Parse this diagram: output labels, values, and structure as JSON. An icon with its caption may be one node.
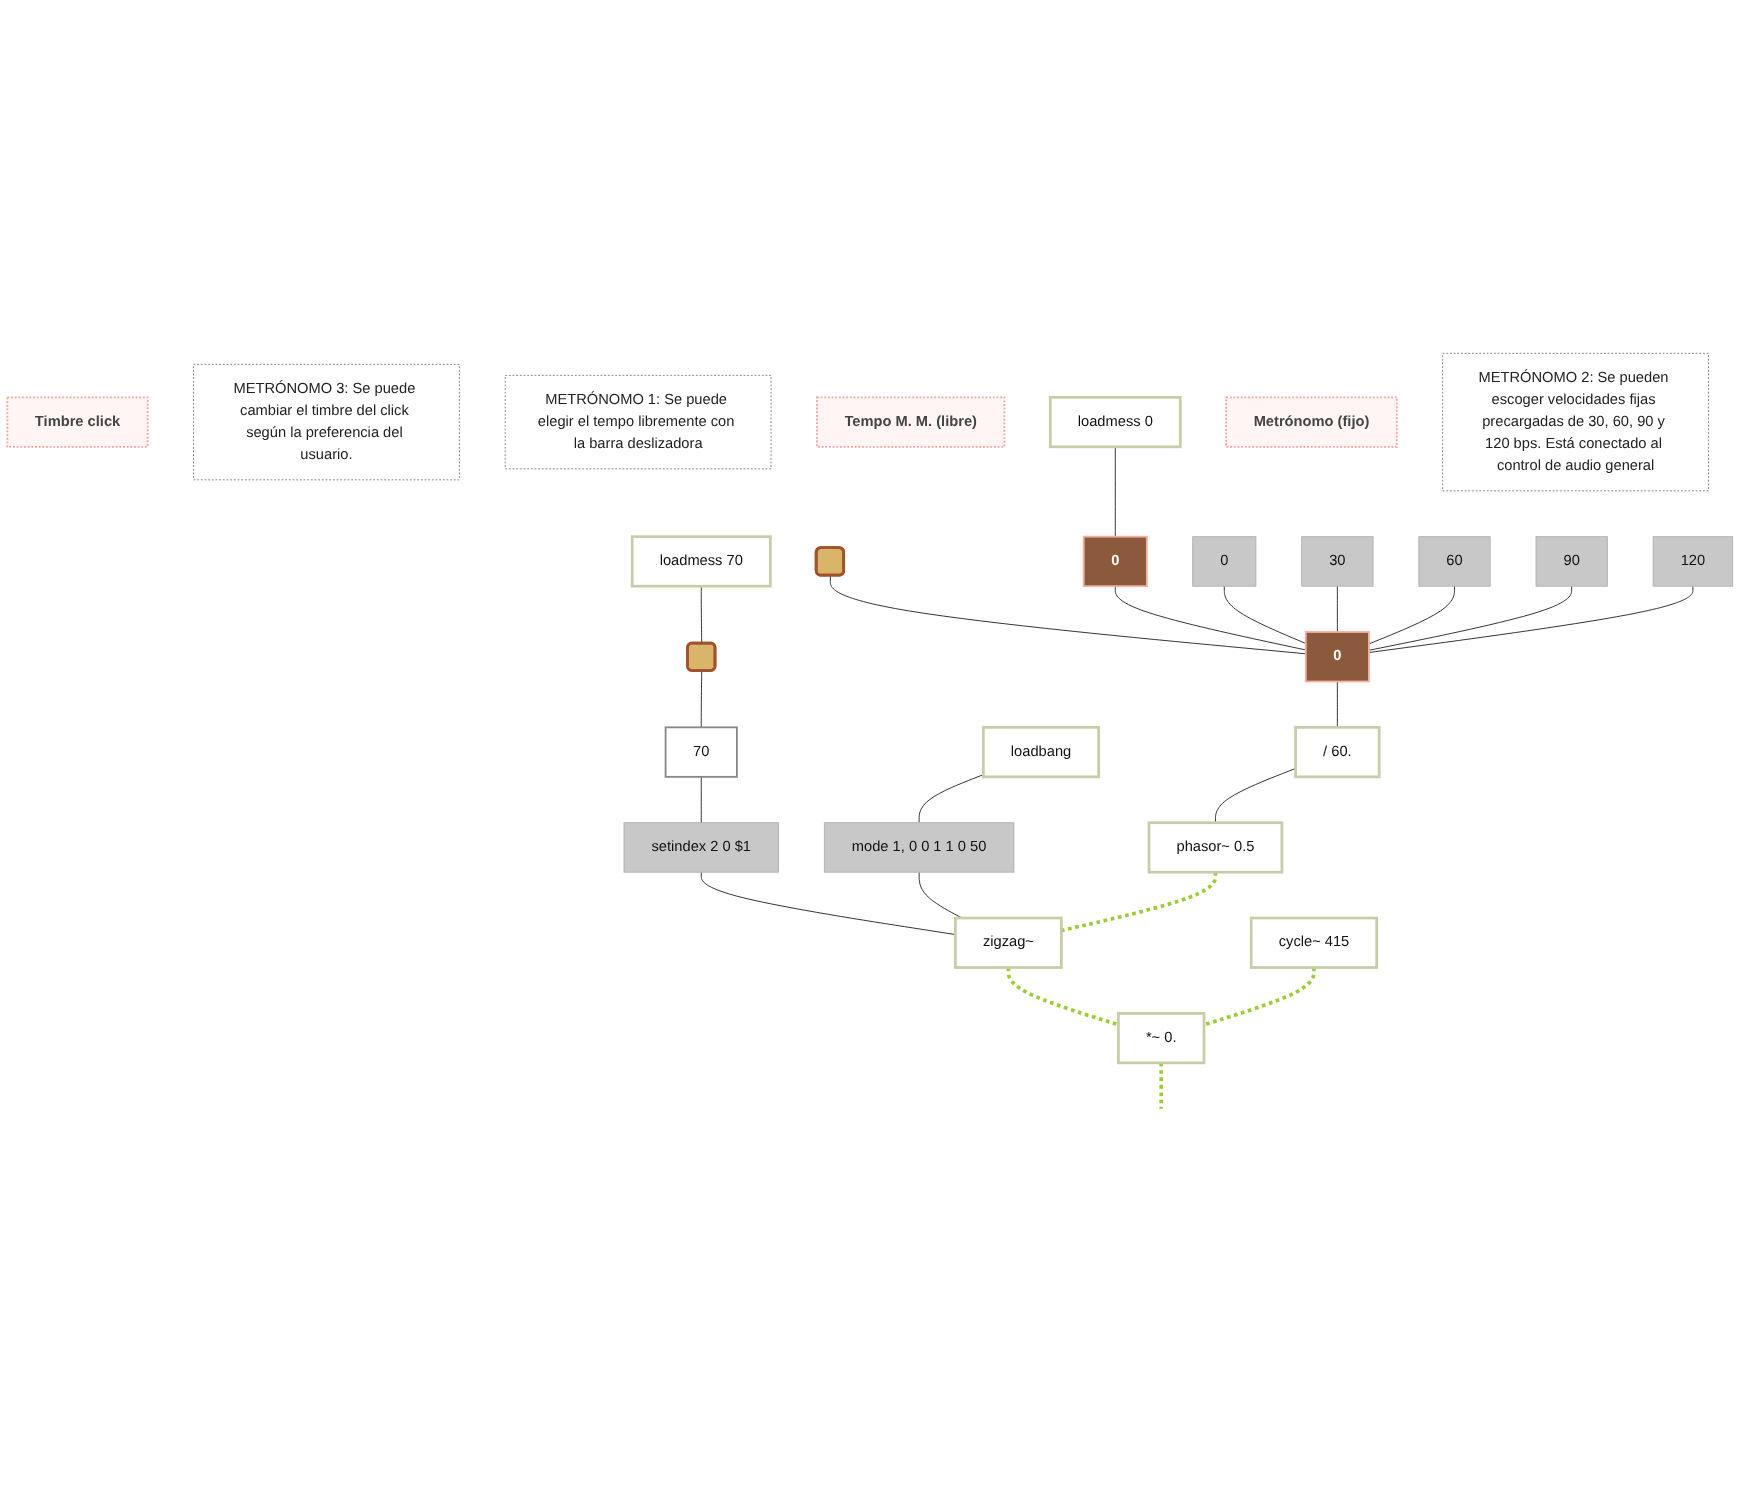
{
  "diagram": {
    "nodes": [
      {
        "text": [
          "loadmess 70"
        ]
      },
      {
        "text": [],
        "shape": "bar"
      },
      {
        "text": [
          "Timbre click"
        ]
      },
      {
        "text": [
          "70"
        ]
      },
      {
        "text": [
          "METRÓNOMO 3: Se puede cambiar el timbre del click según la preferencia del usuario."
        ]
      },
      {
        "text": [
          "setindex 2 0 $1"
        ]
      },
      {
        "text": [
          "METRÓNOMO 1: Se puede elegir el tempo libremente con la barra deslizadora"
        ]
      },
      {
        "text": [
          "loadbang"
        ]
      },
      {
        "text": [
          "mode 1, 0 0 1 1 0 50"
        ]
      },
      {
        "text": [],
        "shape": "bar"
      },
      {
        "text": [
          "Tempo M. M. (libre)"
        ]
      },
      {
        "text": [
          "zigzag~"
        ]
      },
      {
        "text": [
          "cycle~ 415"
        ]
      },
      {
        "text": [
          "loadmess 0"
        ]
      },
      {
        "text": [
          "0"
        ]
      },
      {
        "text": [
          "Metrónomo (fijo)"
        ]
      },
      {
        "text": [
          "*~ 0."
        ]
      },
      {
        "text": [
          "0"
        ]
      },
      {
        "text": [
          "30"
        ]
      },
      {
        "text": [
          "60"
        ]
      },
      {
        "text": [
          "90"
        ]
      },
      {
        "text": [
          "120"
        ]
      },
      {
        "text": [
          "METRÓNOMO 2: Se pueden escoger velocidades fijas precargadas de 30, 60, 90 y 120 bps. Está conectado al control de audio general"
        ]
      },
      {
        "text": [
          "0"
        ]
      },
      {
        "text": [
          "/ 60."
        ]
      },
      {
        "text": [
          "phasor~ 0.5"
        ]
      }
    ],
    "edges": [
      {
        "from": 0,
        "to": 1,
        "arrow": "none"
      },
      {
        "from": 1,
        "to": 3,
        "arrow": "none"
      },
      {
        "from": 3,
        "to": 5,
        "arrow": "none"
      },
      {
        "from": 5,
        "to": 11,
        "arrow": "none"
      },
      {
        "from": 7,
        "to": 8,
        "arrow": "none"
      },
      {
        "from": 8,
        "to": 11,
        "arrow": "none"
      },
      {
        "from": 9,
        "to": 23,
        "arrow": "none"
      },
      {
        "from": 13,
        "to": 14,
        "arrow": "none"
      },
      {
        "from": 14,
        "to": 23,
        "arrow": "none"
      },
      {
        "from": 17,
        "to": 23,
        "arrow": "none"
      },
      {
        "from": 18,
        "to": 23,
        "arrow": "none"
      },
      {
        "from": 19,
        "to": 23,
        "arrow": "none"
      },
      {
        "from": 20,
        "to": 23,
        "arrow": "none"
      },
      {
        "from": 21,
        "to": 23,
        "arrow": "none"
      },
      {
        "from": 23,
        "to": 24,
        "arrow": "none"
      },
      {
        "from": 24,
        "to": 25,
        "arrow": "none"
      },
      {
        "from": 25,
        "to": 11,
        "arrow": "none",
        "style": "dashed",
        "color": "#9acd32"
      },
      {
        "from": 11,
        "to": 16,
        "arrow": "none",
        "style": "dashed",
        "color": "#9acd32"
      },
      {
        "from": 12,
        "to": 16,
        "arrow": "none",
        "style": "dashed",
        "color": "#9acd32"
      },
      {
        "from": 16,
        "to": null,
        "arrow": "none",
        "style": "dashed",
        "color": "#9acd32"
      }
    ]
  }
}
